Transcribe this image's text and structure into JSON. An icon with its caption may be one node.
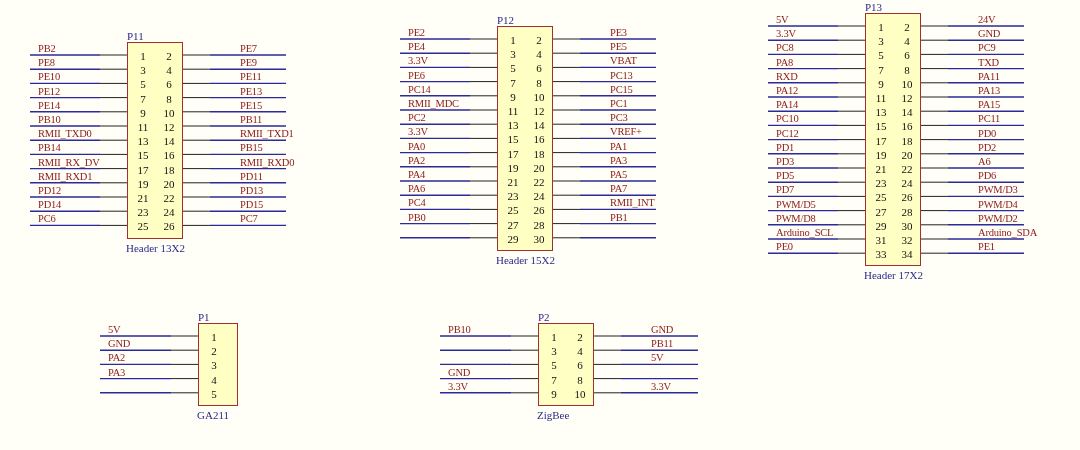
{
  "diagram": {
    "nodes": [
      {
        "text": [
          "P11",
          "1",
          "2",
          "3",
          "4",
          "5",
          "6",
          "7",
          "8",
          "9",
          "10",
          "11",
          "12",
          "13",
          "14",
          "15",
          "16",
          "17",
          "18",
          "19",
          "20",
          "21",
          "22",
          "23",
          "24",
          "25",
          "26",
          "Header 13X2"
        ],
        "beside": [
          "PB2",
          "PE7",
          "PE8",
          "PE9",
          "PE10",
          "PE11",
          "PE12",
          "PE13",
          "PE14",
          "PE15",
          "PB10",
          "PB11",
          "RMII_TXD0",
          "RMII_TXD1",
          "PB14",
          "PB15",
          "RMII_RX_DV",
          "RMII_RXD0",
          "RMII_RXD1",
          "PD11",
          "PD12",
          "PD13",
          "PD14",
          "PD15",
          "PC6",
          "PC7"
        ]
      },
      {
        "text": [
          "P12",
          "1",
          "2",
          "3",
          "4",
          "5",
          "6",
          "7",
          "8",
          "9",
          "10",
          "11",
          "12",
          "13",
          "14",
          "15",
          "16",
          "17",
          "18",
          "19",
          "20",
          "21",
          "22",
          "23",
          "24",
          "25",
          "26",
          "27",
          "28",
          "29",
          "30",
          "Header 15X2"
        ],
        "beside": [
          "PE2",
          "PE3",
          "PE4",
          "PE5",
          "3.3V",
          "VBAT",
          "PE6",
          "PC13",
          "PC14",
          "PC15",
          "RMII_MDC",
          "PC1",
          "PC2",
          "PC3",
          "3.3V",
          "VREF+",
          "PA0",
          "PA1",
          "PA2",
          "PA3",
          "PA4",
          "PA5",
          "PA6",
          "PA7",
          "PC4",
          "RMII_INT",
          "PB0",
          "PB1"
        ]
      },
      {
        "text": [
          "P13",
          "1",
          "2",
          "3",
          "4",
          "5",
          "6",
          "7",
          "8",
          "9",
          "10",
          "11",
          "12",
          "13",
          "14",
          "15",
          "16",
          "17",
          "18",
          "19",
          "20",
          "21",
          "22",
          "23",
          "24",
          "25",
          "26",
          "27",
          "28",
          "29",
          "30",
          "31",
          "32",
          "33",
          "34",
          "Header 17X2"
        ],
        "beside": [
          "5V",
          "24V",
          "3.3V",
          "GND",
          "PC8",
          "PC9",
          "PA8",
          "TXD",
          "RXD",
          "PA11",
          "PA12",
          "PA13",
          "PA14",
          "PA15",
          "PC10",
          "PC11",
          "PC12",
          "PD0",
          "PD1",
          "PD2",
          "PD3",
          "A6",
          "PD5",
          "PD6",
          "PD7",
          "PWM/D3",
          "PWM/D5",
          "PWM/D4",
          "PWM/D8",
          "PWM/D2",
          "Arduino_SCL",
          "Arduino_SDA",
          "PE0",
          "PE1"
        ]
      },
      {
        "text": [
          "P1",
          "1",
          "2",
          "3",
          "4",
          "5",
          "GA211"
        ],
        "beside": [
          "5V",
          "GND",
          "PA2",
          "PA3"
        ]
      },
      {
        "text": [
          "P2",
          "1",
          "2",
          "3",
          "4",
          "5",
          "6",
          "7",
          "8",
          "9",
          "10",
          "ZigBee"
        ],
        "beside": [
          "PB10",
          "GND",
          "PB11",
          "5V",
          "GND",
          "3.3V",
          "3.3V"
        ]
      }
    ]
  }
}
